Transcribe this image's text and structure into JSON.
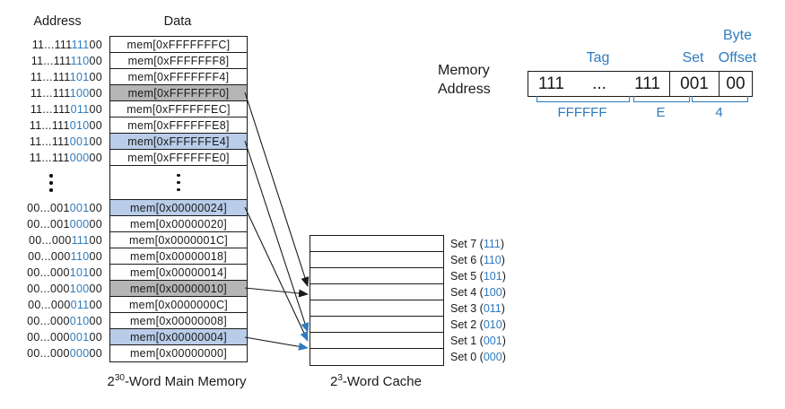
{
  "colors": {
    "accent_blue_text": "#2e7bbf",
    "row_highlight_blue": "#b9cde9",
    "row_highlight_gray": "#b5b5b5",
    "line_black": "#1a1a1a"
  },
  "memory": {
    "address_header": "Address",
    "data_header": "Data",
    "caption": {
      "base": "2",
      "exp": "30",
      "rest": "-Word Main Memory"
    },
    "top_rows": [
      {
        "prefix": "11...111",
        "set": "111",
        "offset": "00",
        "data": "mem[0xFFFFFFFC]",
        "hl": ""
      },
      {
        "prefix": "11...111",
        "set": "110",
        "offset": "00",
        "data": "mem[0xFFFFFFF8]",
        "hl": ""
      },
      {
        "prefix": "11...111",
        "set": "101",
        "offset": "00",
        "data": "mem[0xFFFFFFF4]",
        "hl": ""
      },
      {
        "prefix": "11...111",
        "set": "100",
        "offset": "00",
        "data": "mem[0xFFFFFFF0]",
        "hl": "gray"
      },
      {
        "prefix": "11...111",
        "set": "011",
        "offset": "00",
        "data": "mem[0xFFFFFFEC]",
        "hl": ""
      },
      {
        "prefix": "11...111",
        "set": "010",
        "offset": "00",
        "data": "mem[0xFFFFFFE8]",
        "hl": ""
      },
      {
        "prefix": "11...111",
        "set": "001",
        "offset": "00",
        "data": "mem[0xFFFFFFE4]",
        "hl": "blue"
      },
      {
        "prefix": "11...111",
        "set": "000",
        "offset": "00",
        "data": "mem[0xFFFFFFE0]",
        "hl": ""
      }
    ],
    "bottom_rows": [
      {
        "prefix": "00...001",
        "set": "001",
        "offset": "00",
        "data": "mem[0x00000024]",
        "hl": "blue"
      },
      {
        "prefix": "00...001",
        "set": "000",
        "offset": "00",
        "data": "mem[0x00000020]",
        "hl": ""
      },
      {
        "prefix": "00...000",
        "set": "111",
        "offset": "00",
        "data": "mem[0x0000001C]",
        "hl": ""
      },
      {
        "prefix": "00...000",
        "set": "110",
        "offset": "00",
        "data": "mem[0x00000018]",
        "hl": ""
      },
      {
        "prefix": "00...000",
        "set": "101",
        "offset": "00",
        "data": "mem[0x00000014]",
        "hl": ""
      },
      {
        "prefix": "00...000",
        "set": "100",
        "offset": "00",
        "data": "mem[0x00000010]",
        "hl": "gray"
      },
      {
        "prefix": "00...000",
        "set": "011",
        "offset": "00",
        "data": "mem[0x0000000C]",
        "hl": ""
      },
      {
        "prefix": "00...000",
        "set": "010",
        "offset": "00",
        "data": "mem[0x00000008]",
        "hl": ""
      },
      {
        "prefix": "00...000",
        "set": "001",
        "offset": "00",
        "data": "mem[0x00000004]",
        "hl": "blue"
      },
      {
        "prefix": "00...000",
        "set": "000",
        "offset": "00",
        "data": "mem[0x00000000]",
        "hl": ""
      }
    ]
  },
  "cache": {
    "caption": {
      "base": "2",
      "exp": "3",
      "rest": "-Word Cache"
    },
    "sets": [
      {
        "label_prefix": "Set 7 (",
        "bits": "111",
        "label_suffix": ")",
        "hl": ""
      },
      {
        "label_prefix": "Set 6 (",
        "bits": "110",
        "label_suffix": ")",
        "hl": ""
      },
      {
        "label_prefix": "Set 5 (",
        "bits": "101",
        "label_suffix": ")",
        "hl": ""
      },
      {
        "label_prefix": "Set 4 (",
        "bits": "100",
        "label_suffix": ")",
        "hl": "gray"
      },
      {
        "label_prefix": "Set 3 (",
        "bits": "011",
        "label_suffix": ")",
        "hl": ""
      },
      {
        "label_prefix": "Set 2 (",
        "bits": "010",
        "label_suffix": ")",
        "hl": ""
      },
      {
        "label_prefix": "Set 1 (",
        "bits": "001",
        "label_suffix": ")",
        "hl": "blue"
      },
      {
        "label_prefix": "Set 0 (",
        "bits": "000",
        "label_suffix": ")",
        "hl": ""
      }
    ]
  },
  "address_breakdown": {
    "title_line1": "Memory",
    "title_line2": "Address",
    "tag_label": "Tag",
    "set_label": "Set",
    "byte_label": "Byte",
    "offset_label": "Offset",
    "tag_left": "111",
    "tag_dots": "...",
    "tag_right": "111",
    "set_value": "001",
    "offset_value": "00",
    "hex_tag": "FFFFFF",
    "hex_mid": "E",
    "hex_low": "4"
  }
}
